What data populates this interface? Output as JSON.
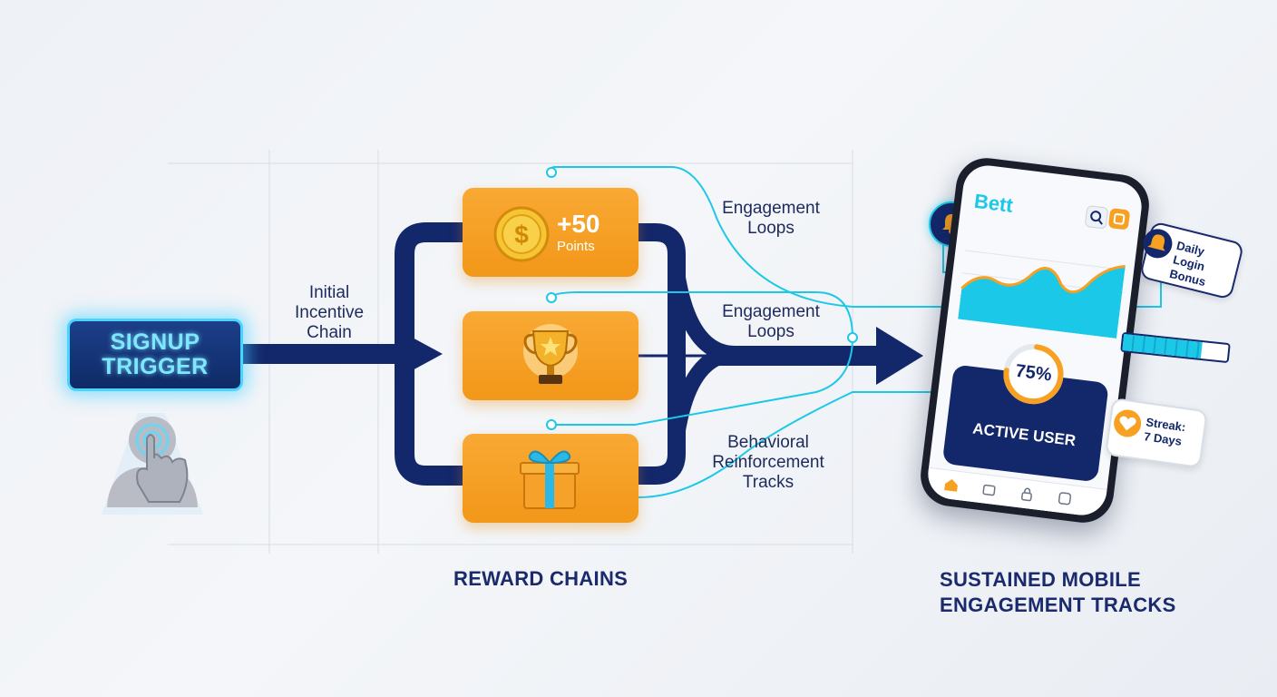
{
  "signup": {
    "line1": "SIGNUP",
    "line2": "TRIGGER"
  },
  "initial_chain": {
    "line1": "Initial",
    "line2": "Incentive",
    "line3": "Chain"
  },
  "reward_card_points": {
    "value": "+50",
    "unit": "Points"
  },
  "loop_label_1": {
    "line1": "Engagement",
    "line2": "Loops"
  },
  "loop_label_2": {
    "line1": "Engagement",
    "line2": "Loops"
  },
  "behavioral_label": {
    "line1": "Behavioral",
    "line2": "Reinforcement",
    "line3": "Tracks"
  },
  "headings": {
    "reward_chains": "REWARD CHAINS",
    "sustained_line1": "SUSTAINED MOBILE",
    "sustained_line2": "ENGAGEMENT TRACKS"
  },
  "phone": {
    "brand": "Bett",
    "progress_value": "75%",
    "progress_fraction": 0.75,
    "status": "ACTIVE USER"
  },
  "daily_login": {
    "line1": "Daily Login",
    "line2": "Bonus"
  },
  "streak": {
    "line1": "Streak:",
    "line2": "7 Days"
  },
  "colors": {
    "navy": "#13276b",
    "orange": "#f59e1f",
    "cyan": "#1cc8e8",
    "glow": "#49d3ff"
  }
}
